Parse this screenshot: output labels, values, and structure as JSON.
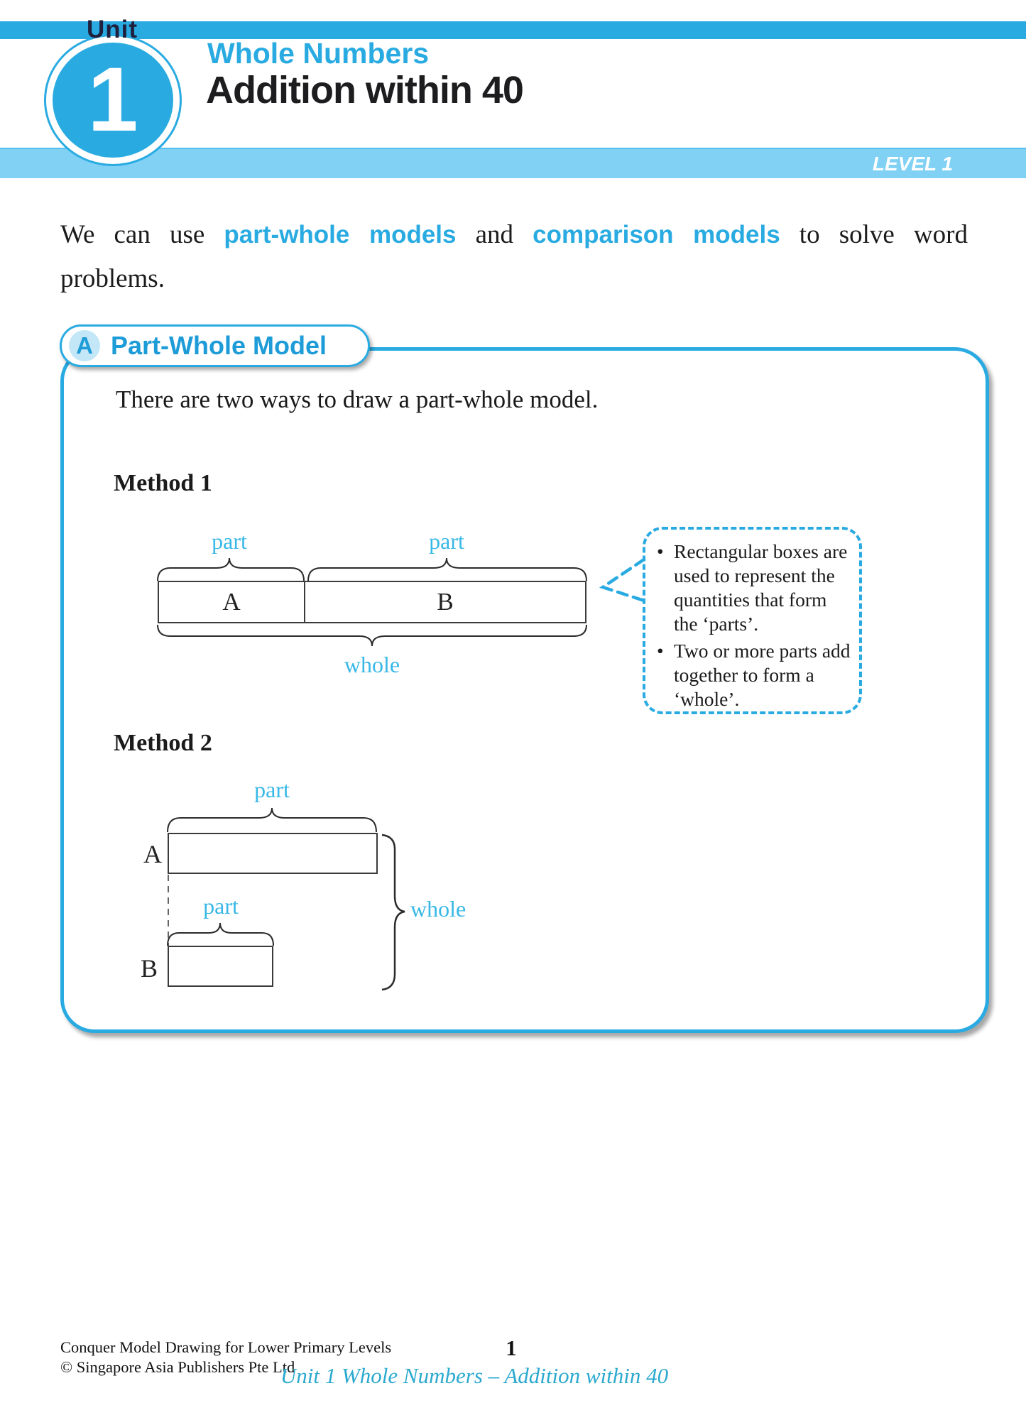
{
  "header": {
    "unit_label": "Unit",
    "unit_number": "1",
    "subject": "Whole Numbers",
    "title": "Addition within 40",
    "level": "LEVEL 1"
  },
  "intro": {
    "pre": "We can use ",
    "term1": "part-whole models",
    "mid": " and ",
    "term2": "comparison models",
    "post": " to solve word",
    "line2": "problems."
  },
  "section": {
    "letter": "A",
    "title": "Part-Whole Model",
    "lead": "There are two ways to draw a part-whole model.",
    "method1": {
      "heading": "Method 1",
      "part_label_1": "part",
      "part_label_2": "part",
      "whole_label": "whole",
      "box_a": "A",
      "box_b": "B"
    },
    "method2": {
      "heading": "Method 2",
      "part_label_a": "part",
      "part_label_b": "part",
      "whole_label": "whole",
      "row_a": "A",
      "row_b": "B"
    }
  },
  "callout": {
    "bullet_char": "•",
    "bullets": [
      "Rectangular boxes are used to represent the quantities that form the ‘parts’.",
      "Two or more parts add together to form a ‘whole’."
    ]
  },
  "footer": {
    "imprint_line1": "Conquer Model Drawing for Lower Primary Levels",
    "imprint_line2": "© Singapore Asia Publishers Pte Ltd",
    "page_number": "1",
    "tagline": "Unit 1 Whole Numbers – Addition within 40"
  },
  "colors": {
    "accent_blue": "#29ABE2",
    "banner_blue": "#80D1F4",
    "label_cyan": "#38B8E6",
    "section_text_blue": "#1E9CD8",
    "footer_blue": "#2CA9CE"
  }
}
